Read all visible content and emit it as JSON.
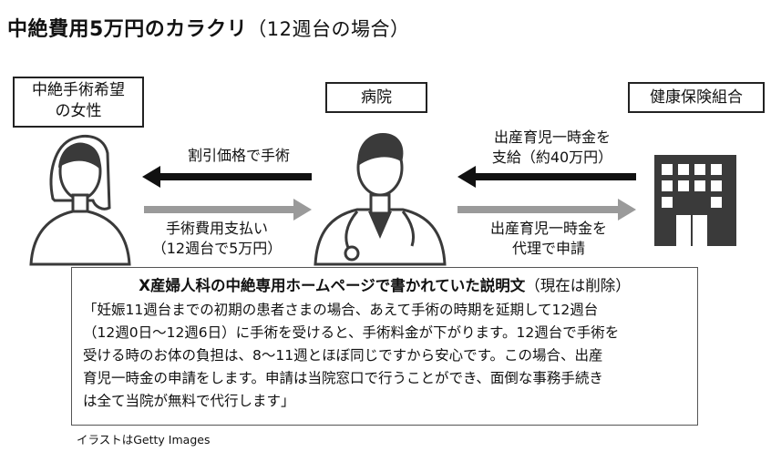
{
  "title": {
    "main": "中絶費用5万円のカラクリ",
    "sub": "（12週台の場合）"
  },
  "nodes": {
    "woman": {
      "line1": "中絶手術希望",
      "line2": "の女性"
    },
    "hospital": "病院",
    "insurance": "健康保険組合"
  },
  "arrows": {
    "hospital_to_woman": "割引価格で手術",
    "woman_to_hospital": {
      "line1": "手術費用支払い",
      "line2": "（12週台で5万円）"
    },
    "insurance_to_hospital": {
      "line1": "出産育児一時金を",
      "line2": "支給（約40万円）"
    },
    "hospital_to_insurance": {
      "line1": "出産育児一時金を",
      "line2": "代理で申請"
    }
  },
  "explanation": {
    "heading": "X産婦人科の中絶専用ホームページで書かれていた説明文",
    "heading_note": "（現在は削除）",
    "lines": [
      "「妊娠11週台までの初期の患者さまの場合、あえて手術の時期を延期して12週台",
      "（12週0日〜12週6日）に手術を受けると、手術料金が下がります。12週台で手術を",
      "受ける時のお体の負担は、8〜11週とほぼ同じですから安心です。この場合、出産",
      "育児一時金の申請をします。申請は当院窓口で行うことができ、面倒な事務手続き",
      "は全て当院が無料で代行します」"
    ]
  },
  "credit": "イラストはGetty Images",
  "colors": {
    "black_arrow": "#111111",
    "gray_arrow": "#9a9a9a",
    "illustration": "#3a3a3a"
  }
}
